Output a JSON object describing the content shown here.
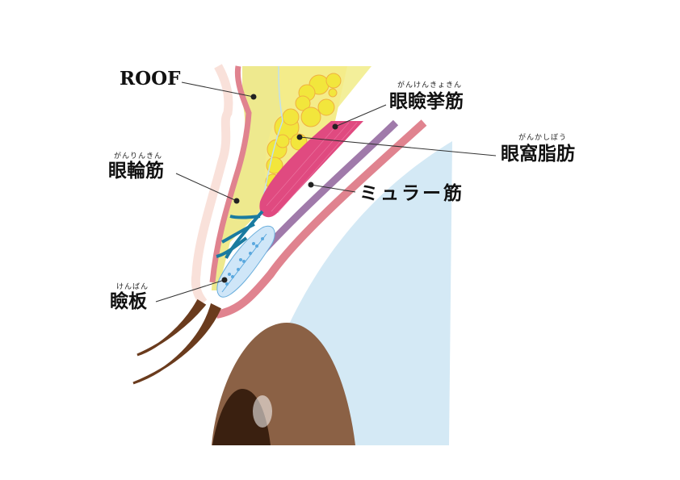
{
  "title": "Upper eyelid cross-section",
  "labels": {
    "roof": {
      "text": "ROOF"
    },
    "orbicularis": {
      "text": "眼輪筋",
      "ruby": "がんりんきん"
    },
    "tarsus": {
      "text": "瞼板",
      "ruby": "けんばん"
    },
    "levator": {
      "text": "眼瞼挙筋",
      "ruby": "がんけんきょきん"
    },
    "orbital_fat": {
      "text": "眼窩脂肪",
      "ruby": "がんかしぼう"
    },
    "muller": {
      "text": "ミュラー筋"
    }
  },
  "colors": {
    "skin": "#f9e1da",
    "pink_layer": "#e0838f",
    "roof_yellow": "#eee98e",
    "fat": "#f2e63c",
    "levator": "#e04a80",
    "muller": "#a07aaa",
    "globe": "#d4e9f5",
    "iris": "#8b6145",
    "pupil": "#3a2010",
    "lash": "#6a3b1d",
    "tarsus": "#cfe6f8",
    "orbicularis": "#1a7ba0"
  }
}
